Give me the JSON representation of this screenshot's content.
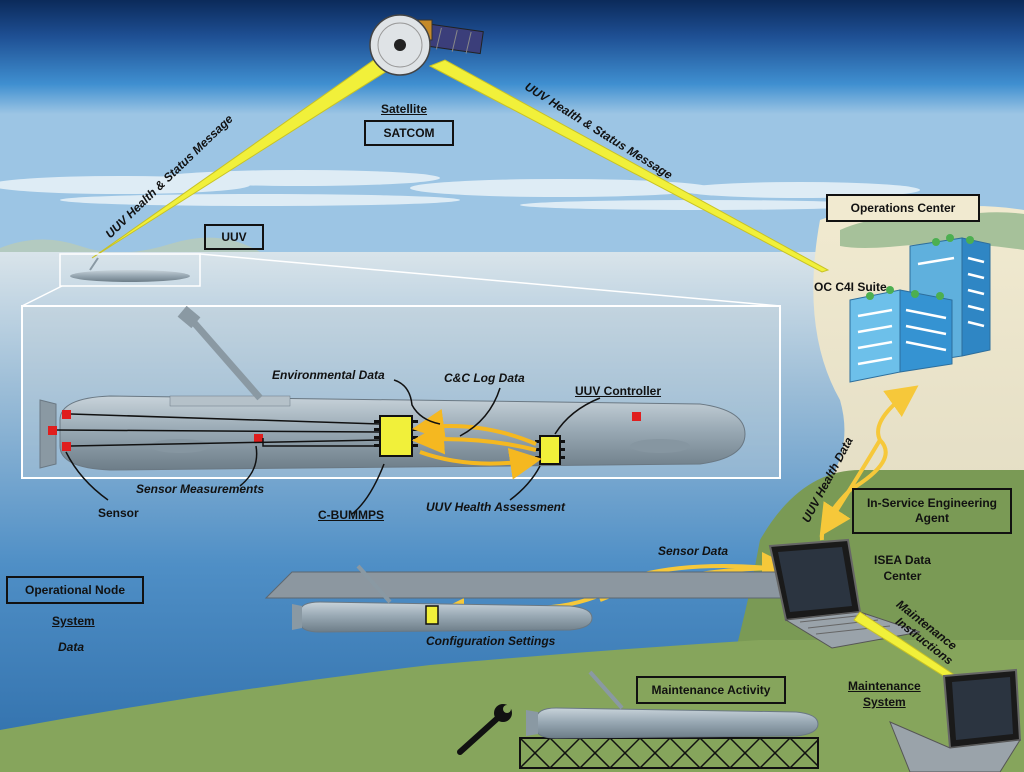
{
  "satellite": {
    "label": "Satellite",
    "box": "SATCOM"
  },
  "links": {
    "left_message": "UUV Health & Status Message",
    "right_message": "UUV Health & Status Message"
  },
  "uuv": {
    "box": "UUV"
  },
  "operations_center": {
    "box": "Operations Center",
    "suite": "OC C4I Suite"
  },
  "detail": {
    "environmental_data": "Environmental Data",
    "cc_log_data": "C&C Log Data",
    "uuv_controller": "UUV Controller",
    "sensor_measurements": "Sensor Measurements",
    "sensor": "Sensor",
    "c_bummps": "C-BUMMPS",
    "uuv_health_assessment": "UUV Health Assessment"
  },
  "health_data": "UUV Health Data",
  "isea": {
    "box_line1": "In-Service Engineering",
    "box_line2": "Agent",
    "data_center_line1": "ISEA Data",
    "data_center_line2": "Center"
  },
  "sensor_data": "Sensor Data",
  "configuration_settings": "Configuration Settings",
  "operational_node": {
    "box": "Operational Node",
    "system": "System",
    "data": "Data"
  },
  "maintenance_instructions": {
    "line1": "Maintenance",
    "line2": "Instructions"
  },
  "maintenance_activity": {
    "box": "Maintenance Activity"
  },
  "maintenance_system": {
    "line1": "Maintenance",
    "line2": "System"
  },
  "colors": {
    "sky_top": "#0b2a5a",
    "sky_mid": "#3f8fd0",
    "sea": "#4f8fc6",
    "land": "#7a9a55",
    "beam": "#f1f03a",
    "arrow": "#f5b820",
    "sensor_red": "#e01e1e",
    "uuv_body": "#9aaab5"
  }
}
